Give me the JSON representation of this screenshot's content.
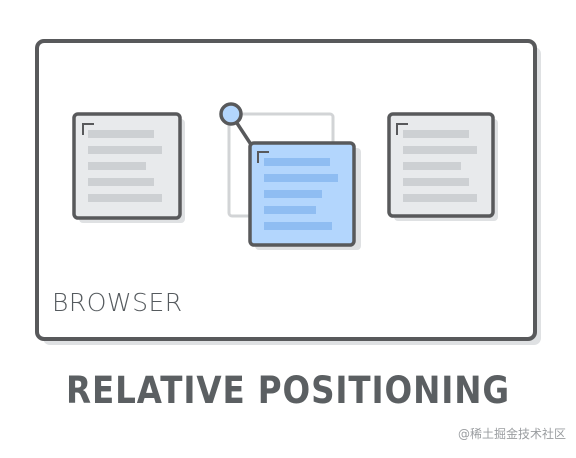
{
  "browser": {
    "label": "BROWSER"
  },
  "caption": "RELATIVE POSITIONING",
  "watermark": "@稀土掘金技术社区",
  "colors": {
    "outline": "#58595b",
    "shadow": "#dfe1e3",
    "doc_fill": "#e8eaec",
    "doc_lines": "#cdd0d3",
    "ghost_outline": "#d2d4d6",
    "moved_fill": "#b3d6fd",
    "moved_lines": "#8fbdf2",
    "anchor_fill": "#b3d6fd"
  }
}
